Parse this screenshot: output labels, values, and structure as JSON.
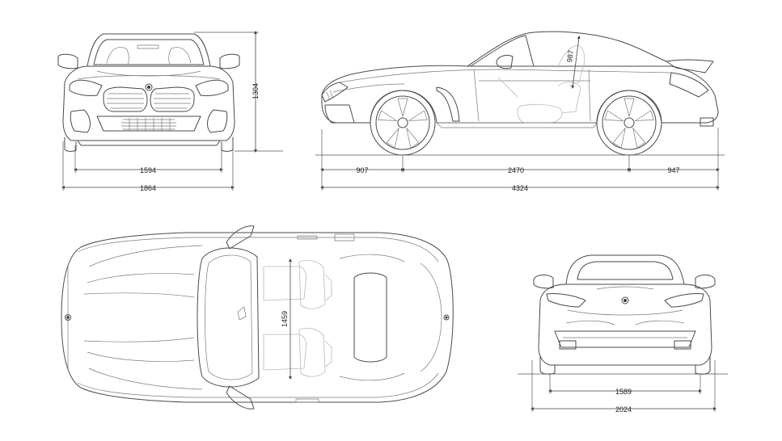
{
  "dimensions": {
    "front_track": "1594",
    "front_width": "1864",
    "front_height": "1304",
    "front_overhang": "907",
    "wheelbase": "2470",
    "rear_overhang": "947",
    "overall_length": "4324",
    "headroom": "987",
    "interior_width": "1459",
    "rear_track": "1589",
    "rear_width": "2024"
  }
}
